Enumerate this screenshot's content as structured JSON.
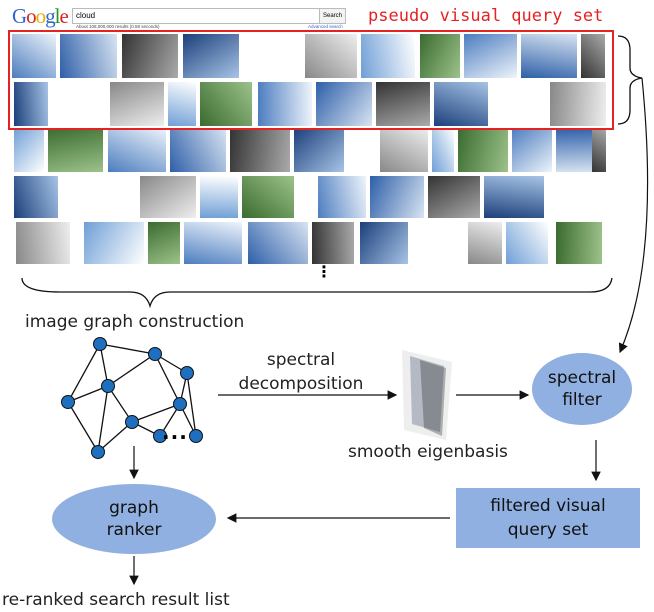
{
  "search": {
    "logo": "Google",
    "query": "cloud",
    "button": "Search",
    "result_count": "About 108,000,000 results (0.58 seconds)",
    "advanced": "Advanced search"
  },
  "labels": {
    "pseudo_set": "pseudo visual query set",
    "graph_construction": "image graph construction",
    "spectral_decomposition_1": "spectral",
    "spectral_decomposition_2": "decomposition",
    "eigenbasis": "smooth eigenbasis",
    "spectral_filter_1": "spectral",
    "spectral_filter_2": "filter",
    "filtered_1": "filtered visual",
    "filtered_2": "query set",
    "ranker_1": "graph",
    "ranker_2": "ranker",
    "output": "re-ranked search result list",
    "graph_dots": "...",
    "more": "⋮"
  },
  "colors": {
    "highlight": "#e52222",
    "node": "#1f6fc0",
    "shape_fill": "#8fb0e0"
  }
}
